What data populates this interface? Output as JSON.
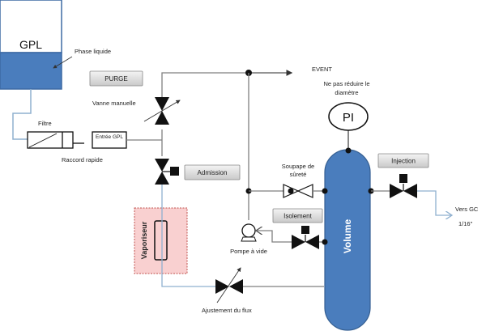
{
  "diagram": {
    "tank": {
      "label": "GPL",
      "liquid_label": "Phase liquide"
    },
    "buttons": {
      "purge": "PURGE",
      "admission": "Admission",
      "isolement": "Isolement",
      "injection": "Injection"
    },
    "labels": {
      "vanne_manuelle": "Vanne manuelle",
      "filtre": "Filtre",
      "entree_gpl": "Entrée GPL",
      "raccord_rapide": "Raccord rapide",
      "event": "EVENT",
      "ne_pas_reduire_1": "Ne pas réduire le",
      "ne_pas_reduire_2": "diamètre",
      "pressure_gauge": "PI",
      "soupape_1": "Soupape de",
      "soupape_2": "sûreté",
      "pompe": "Pompe à vide",
      "vaporiseur": "Vaporiseur",
      "ajustement": "Ajustement du flux",
      "volume": "Volume",
      "vers_gc": "Vers GC",
      "diameter": "1/16\""
    },
    "colors": {
      "liquid": "#4a7dbd",
      "volume": "#4a7dbd",
      "vaporiser_bg": "#f9d0d0",
      "vaporiser_border": "#c0504d",
      "pipe_gray": "#7f7f7f",
      "pipe_blue": "#8fb0cf"
    }
  }
}
